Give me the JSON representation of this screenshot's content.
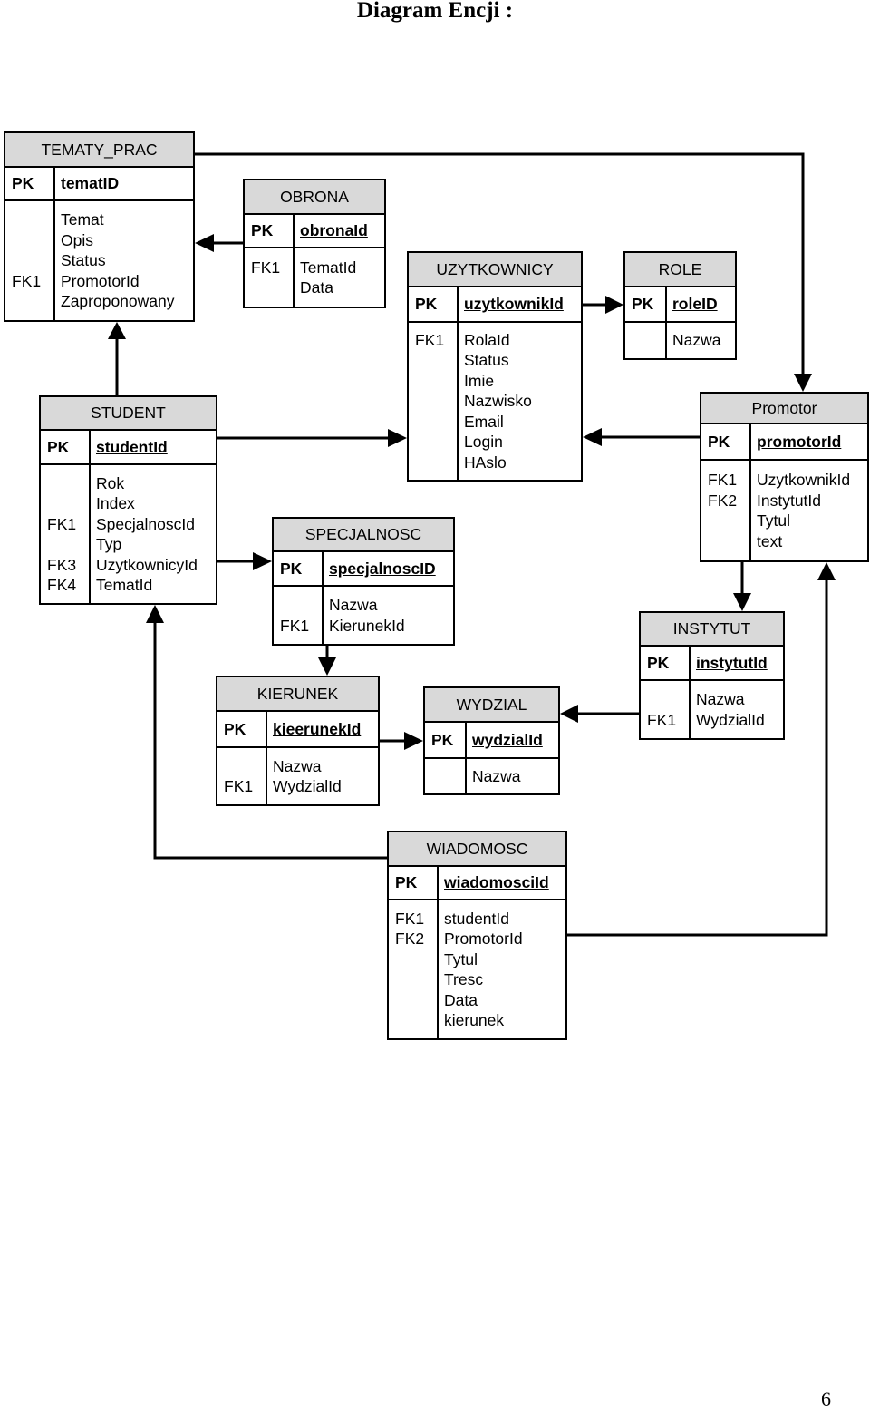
{
  "title": "Diagram Encji :",
  "page_number": "6",
  "entities": {
    "tematy_prac": {
      "name": "TEMATY_PRAC",
      "pk_label": "PK",
      "pk_field": "tematID",
      "key_labels": [
        "",
        "",
        "",
        "FK1",
        ""
      ],
      "attributes": [
        "Temat",
        "Opis",
        "Status",
        "PromotorId",
        "Zaproponowany"
      ]
    },
    "obrona": {
      "name": "OBRONA",
      "pk_label": "PK",
      "pk_field": "obronaId",
      "key_labels": [
        "FK1",
        ""
      ],
      "attributes": [
        "TematId",
        "Data"
      ]
    },
    "uzytkownicy": {
      "name": "UZYTKOWNICY",
      "pk_label": "PK",
      "pk_field": "uzytkownikId",
      "key_labels": [
        "FK1",
        "",
        "",
        "",
        "",
        "",
        ""
      ],
      "attributes": [
        "RolaId",
        "Status",
        "Imie",
        "Nazwisko",
        "Email",
        "Login",
        "HAslo"
      ]
    },
    "role": {
      "name": "ROLE",
      "pk_label": "PK",
      "pk_field": "roleID",
      "key_labels": [
        ""
      ],
      "attributes": [
        "Nazwa"
      ]
    },
    "student": {
      "name": "STUDENT",
      "pk_label": "PK",
      "pk_field": "studentId",
      "key_labels": [
        "",
        "",
        "FK1",
        "",
        "FK3",
        "FK4"
      ],
      "attributes": [
        "Rok",
        "Index",
        "SpecjalnoscId",
        "Typ",
        "UzytkownicyId",
        "TematId"
      ]
    },
    "promotor": {
      "name": "Promotor",
      "pk_label": "PK",
      "pk_field": "promotorId",
      "key_labels": [
        "FK1",
        "FK2",
        "",
        ""
      ],
      "attributes": [
        "UzytkownikId",
        "InstytutId",
        "Tytul",
        "text"
      ]
    },
    "specjalnosc": {
      "name": "SPECJALNOSC",
      "pk_label": "PK",
      "pk_field": "specjalnoscID",
      "key_labels": [
        "",
        "FK1"
      ],
      "attributes": [
        "Nazwa",
        "KierunekId"
      ]
    },
    "instytut": {
      "name": "INSTYTUT",
      "pk_label": "PK",
      "pk_field": "instytutId",
      "key_labels": [
        "",
        "FK1"
      ],
      "attributes": [
        "Nazwa",
        "WydzialId"
      ]
    },
    "kierunek": {
      "name": "KIERUNEK",
      "pk_label": "PK",
      "pk_field": "kieerunekId",
      "key_labels": [
        "",
        "FK1"
      ],
      "attributes": [
        "Nazwa",
        "WydzialId"
      ]
    },
    "wydzial": {
      "name": "WYDZIAL",
      "pk_label": "PK",
      "pk_field": "wydzialId",
      "key_labels": [
        ""
      ],
      "attributes": [
        "Nazwa"
      ]
    },
    "wiadomosc": {
      "name": "WIADOMOSC",
      "pk_label": "PK",
      "pk_field": "wiadomosciId",
      "key_labels": [
        "FK1",
        "FK2",
        "",
        "",
        "",
        ""
      ],
      "attributes": [
        "studentId",
        "PromotorId",
        "Tytul",
        "Tresc",
        "Data",
        "kierunek"
      ]
    }
  }
}
